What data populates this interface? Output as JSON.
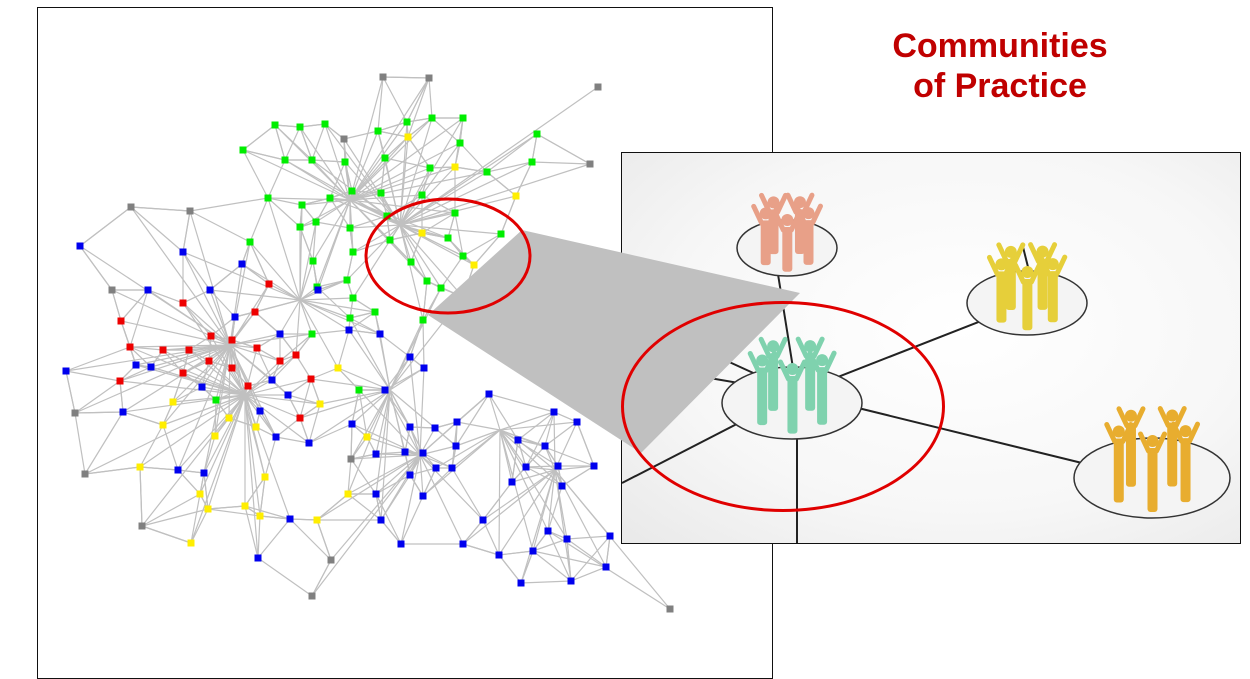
{
  "title": {
    "line1": "Communities",
    "line2": "of Practice"
  },
  "colors": {
    "title": "#c00000",
    "highlight": "#e00000",
    "edge": "#c0c0c0",
    "zoom_wedge": "#c0c0c0",
    "community_a": "#00ee00",
    "community_b": "#0000ee",
    "community_c": "#ee0000",
    "community_d": "#ffee00",
    "unassigned": "#808080",
    "group_pink": "#e8a088",
    "group_green": "#7fd2ae",
    "group_yellow": "#e6cf3a",
    "group_orange": "#e8ad2f"
  },
  "network": {
    "node_colors": [
      "green",
      "blue",
      "red",
      "yellow",
      "gray"
    ]
  },
  "photo": {
    "groups": [
      "pink",
      "green",
      "yellow",
      "orange"
    ]
  }
}
